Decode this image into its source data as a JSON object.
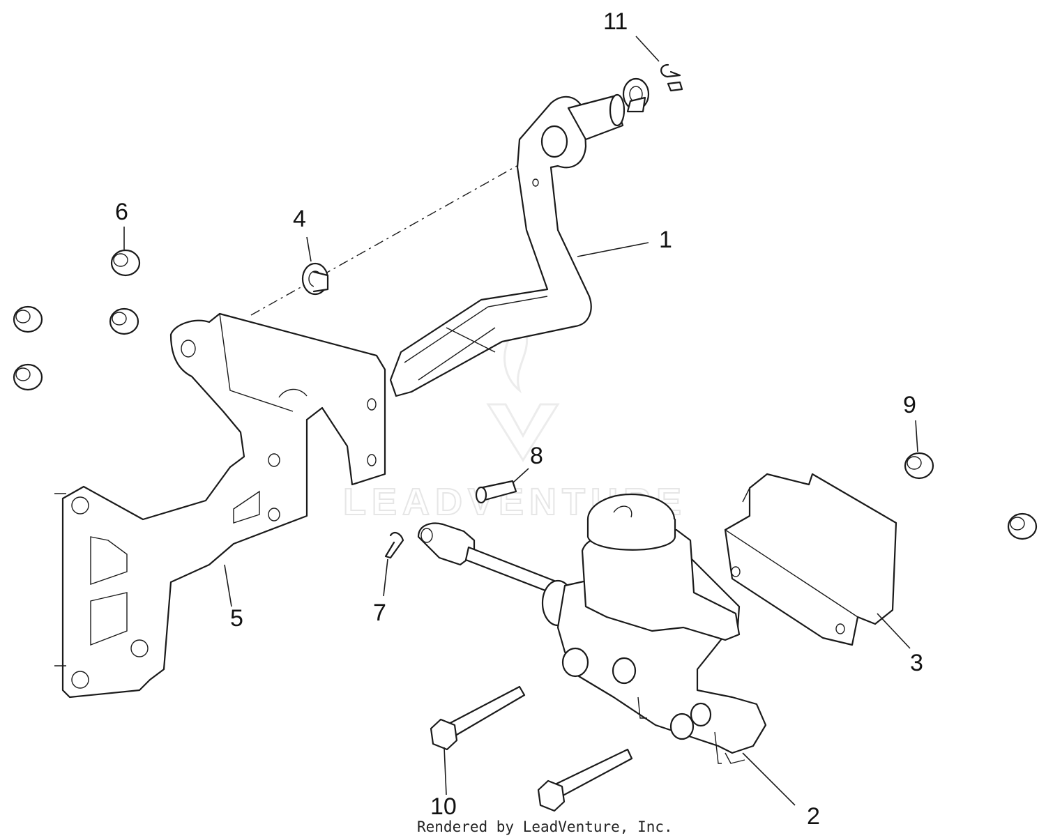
{
  "diagram": {
    "callouts": [
      "1",
      "2",
      "3",
      "4",
      "5",
      "6",
      "7",
      "8",
      "9",
      "10",
      "11"
    ],
    "watermark": "LEADVENTURE",
    "footer": "Rendered by LeadVenture, Inc.",
    "colors": {
      "line": "#1a1a1a",
      "background": "#ffffff",
      "watermark": "#e6e6e6"
    }
  }
}
